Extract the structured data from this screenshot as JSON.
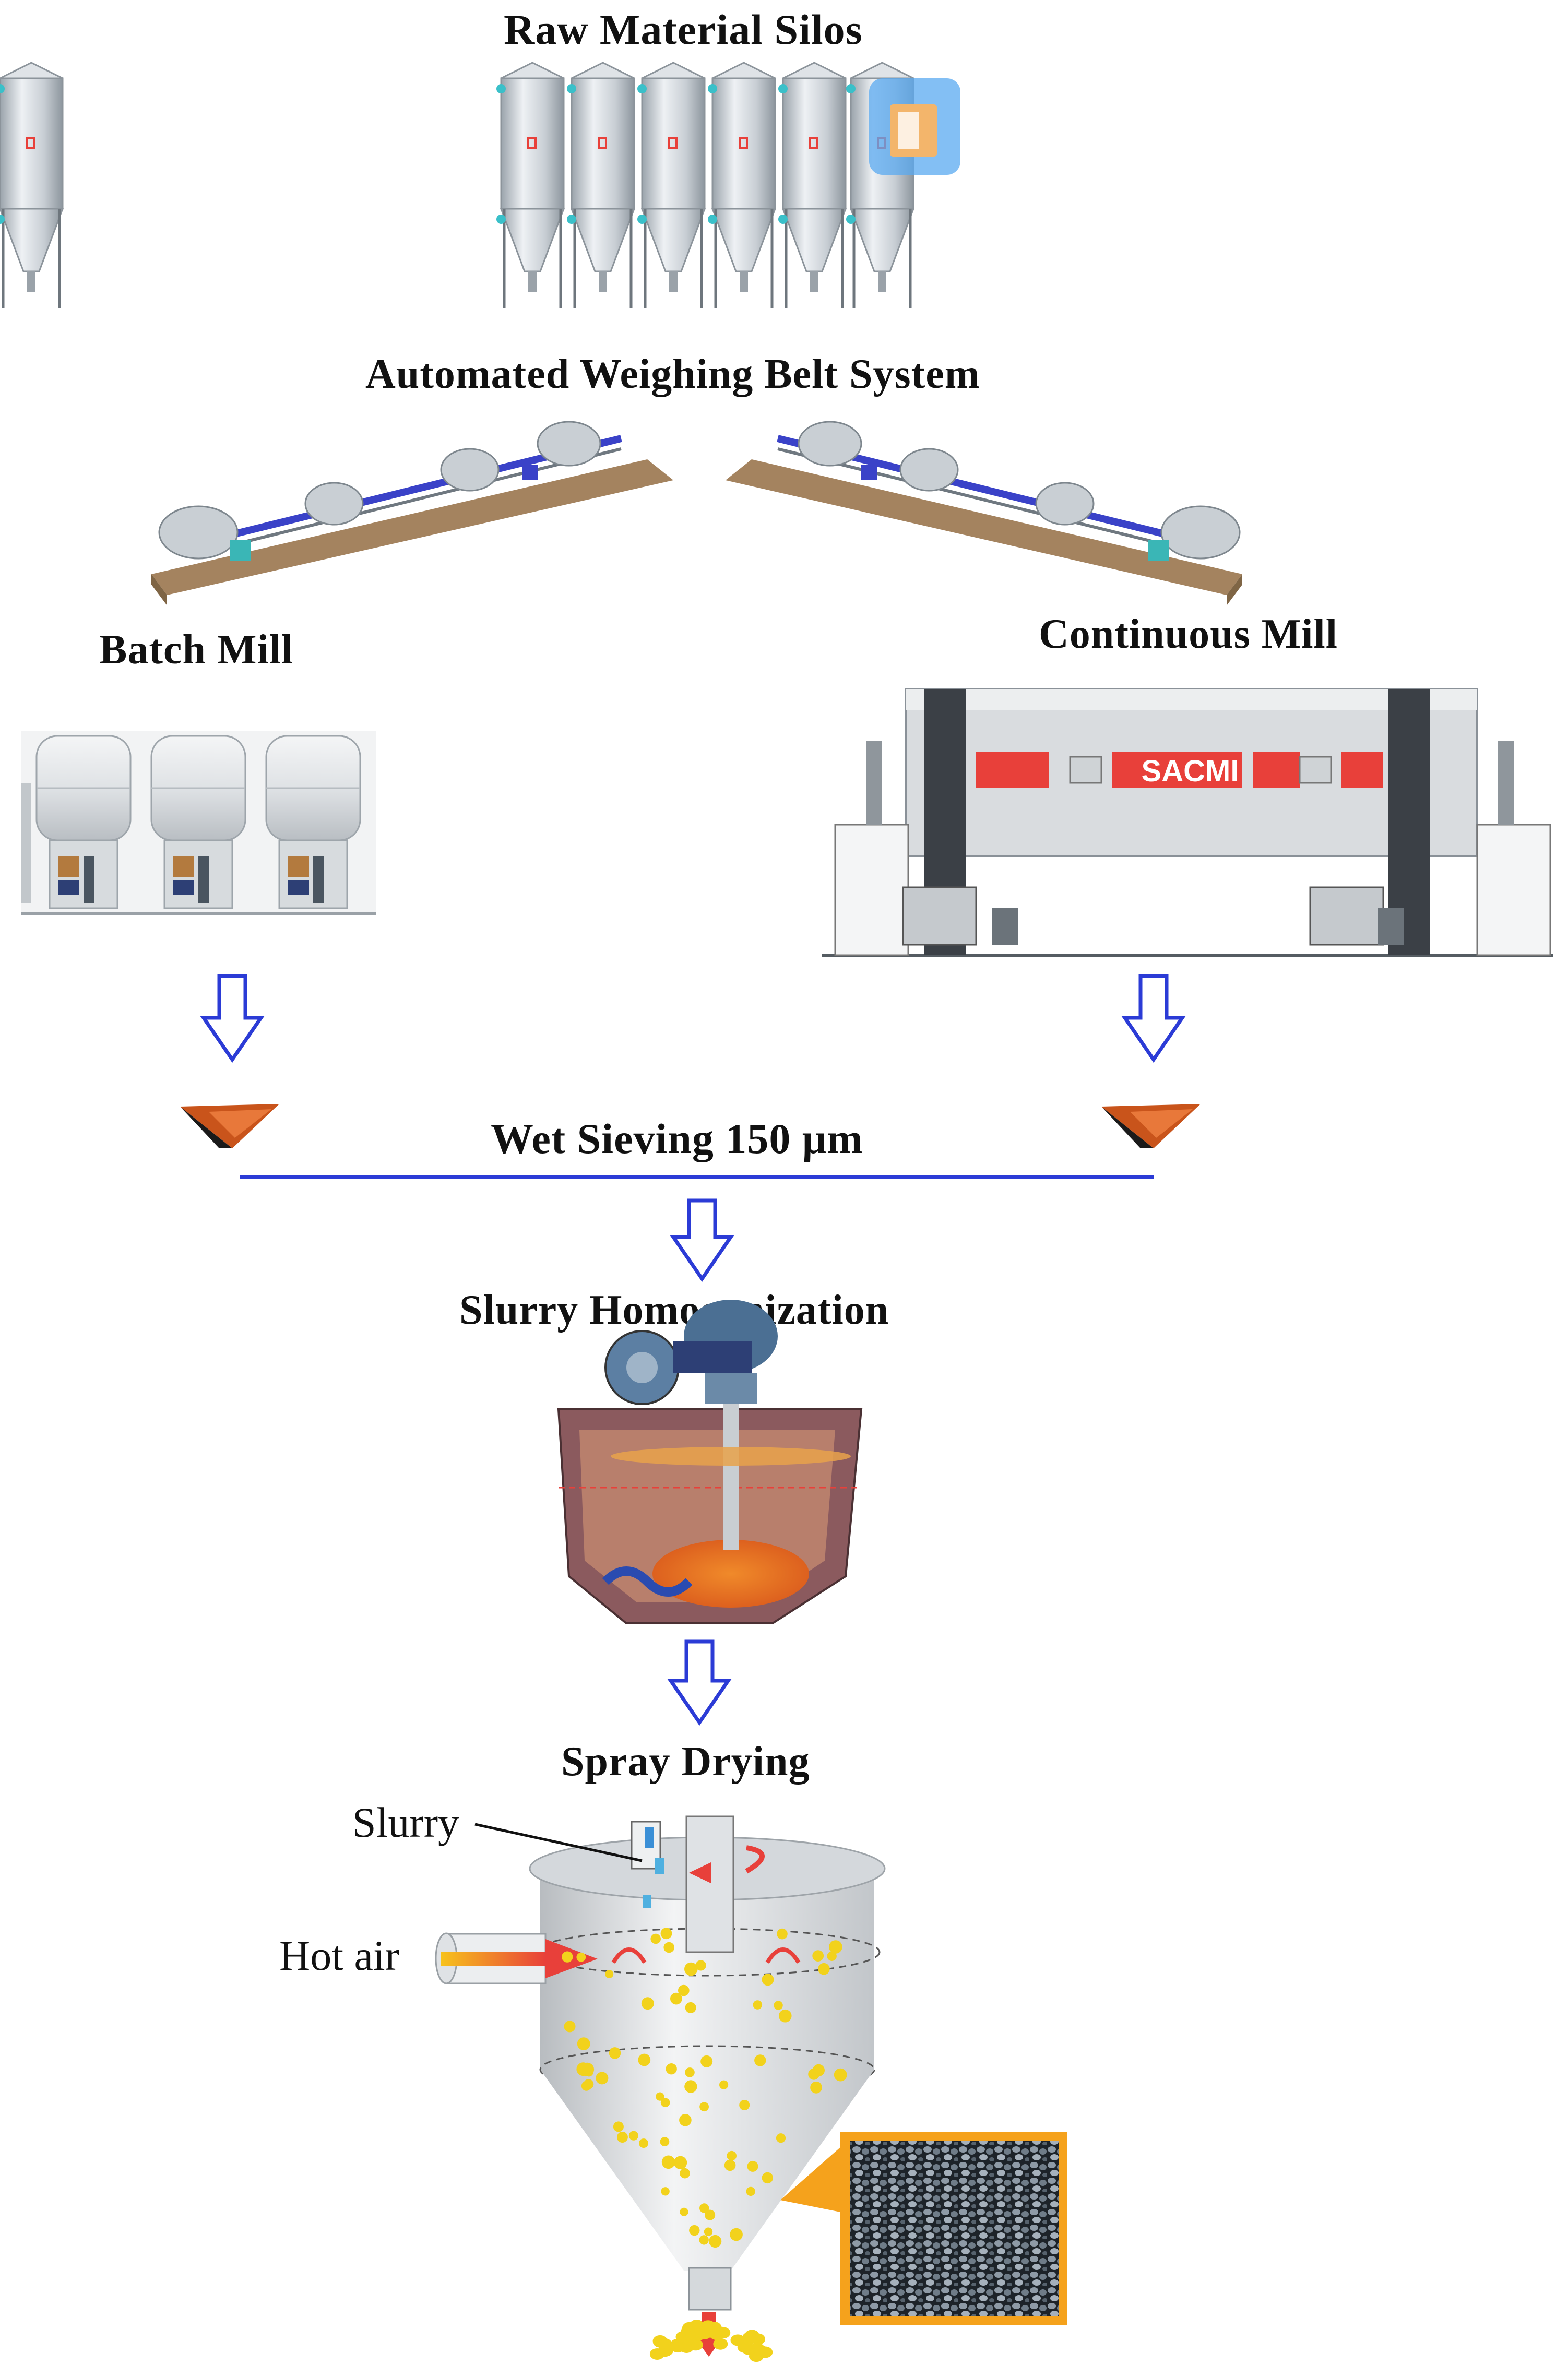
{
  "steps": {
    "silos": "Raw Material Silos",
    "weighing": "Automated Weighing Belt System",
    "batch_mill": "Batch Mill",
    "continuous_mill": "Continuous Mill",
    "sieving": "Wet Sieving 150 μm",
    "homogenization": "Slurry Homogenization",
    "spray_drying": "Spray Drying"
  },
  "spray_labels": {
    "slurry": "Slurry",
    "hot_air": "Hot air"
  },
  "mill_brand": "SACMI",
  "colors": {
    "arrow": "#2b3bd6",
    "sieve_line": "#2b3bd6",
    "mill_stripe": "#e8403a",
    "granule": "#f2d21c",
    "accent_orange": "#f5a21c",
    "hot_air": "#e8403a"
  }
}
